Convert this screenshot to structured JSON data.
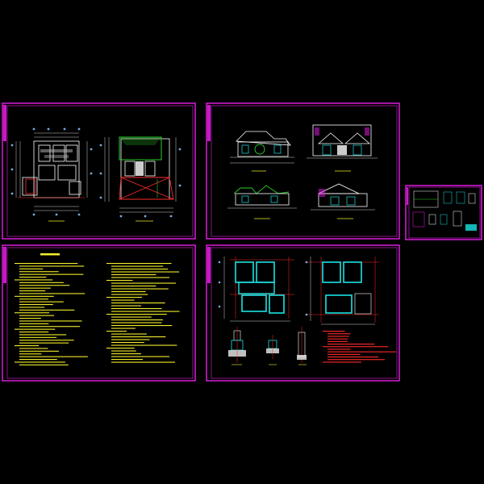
{
  "viewer": {
    "background": "#000000"
  },
  "colors": {
    "frame": "#e81ee8",
    "wall": "#ffffff",
    "structure": "#19e3e3",
    "axis": "#ff2a2a",
    "roof": "#2ad12a",
    "notes": "#f2ee2a"
  },
  "sheets": [
    {
      "id": "plans",
      "content": "floor-plan-and-roof-plan"
    },
    {
      "id": "elevations",
      "content": "four-elevations"
    },
    {
      "id": "details",
      "content": "small-detail-sheet"
    },
    {
      "id": "notes",
      "content": "design-notes-text"
    },
    {
      "id": "structure",
      "content": "foundation-plans-and-sections"
    }
  ],
  "notes_sheet": {
    "title": "",
    "left_column_lines": 38,
    "right_column_lines": 36
  }
}
